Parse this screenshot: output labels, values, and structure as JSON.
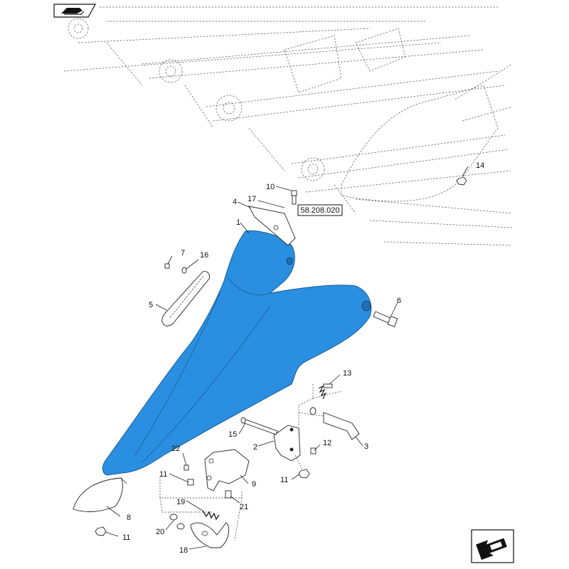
{
  "highlight_color": "#2a8fe0",
  "reference": {
    "label": "58.208.020"
  },
  "callouts": [
    {
      "id": "c1",
      "label": "1"
    },
    {
      "id": "c2",
      "label": "2"
    },
    {
      "id": "c3",
      "label": "3"
    },
    {
      "id": "c4",
      "label": "4"
    },
    {
      "id": "c5",
      "label": "5"
    },
    {
      "id": "c6",
      "label": "6"
    },
    {
      "id": "c7",
      "label": "7"
    },
    {
      "id": "c8",
      "label": "8"
    },
    {
      "id": "c9",
      "label": "9"
    },
    {
      "id": "c10",
      "label": "10"
    },
    {
      "id": "c11a",
      "label": "11"
    },
    {
      "id": "c11b",
      "label": "11"
    },
    {
      "id": "c11c",
      "label": "11"
    },
    {
      "id": "c12",
      "label": "12"
    },
    {
      "id": "c13",
      "label": "13"
    },
    {
      "id": "c14",
      "label": "14"
    },
    {
      "id": "c15",
      "label": "15"
    },
    {
      "id": "c16",
      "label": "16"
    },
    {
      "id": "c17",
      "label": "17"
    },
    {
      "id": "c18",
      "label": "18"
    },
    {
      "id": "c19",
      "label": "19"
    },
    {
      "id": "c20",
      "label": "20"
    },
    {
      "id": "c21",
      "label": "21"
    },
    {
      "id": "c22",
      "label": "22"
    }
  ],
  "icons": {
    "top_left": "book-pages-icon",
    "bottom_right": "back-arrow-icon"
  }
}
